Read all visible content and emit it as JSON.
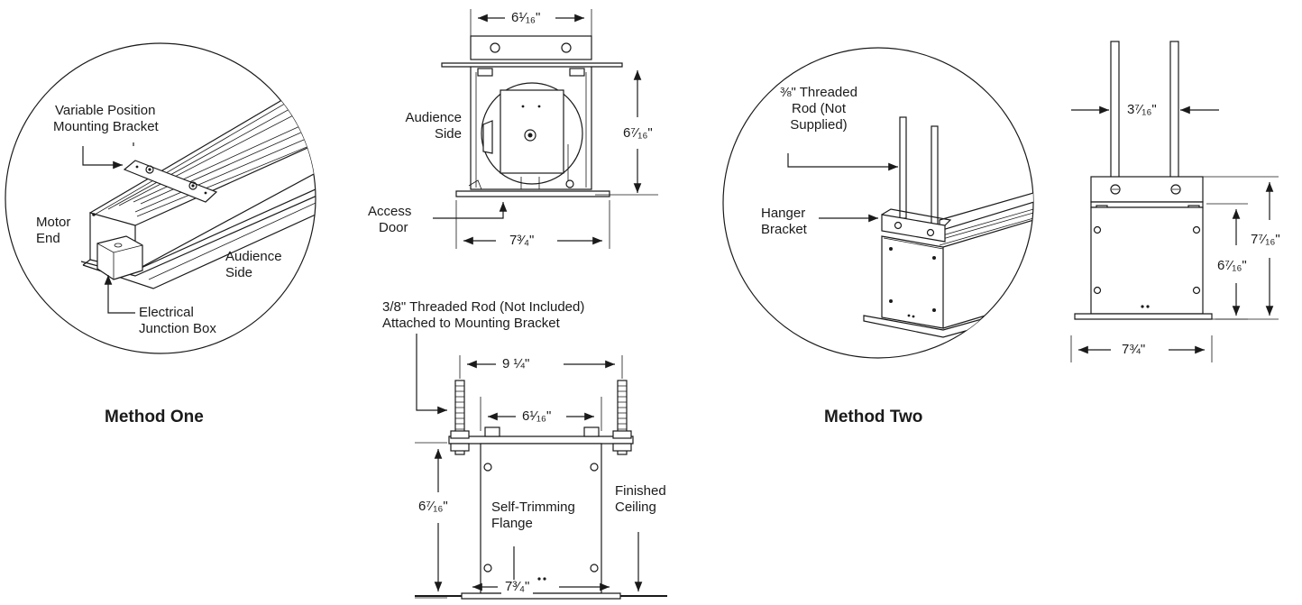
{
  "method_one": {
    "title": "Method One",
    "labels": {
      "bracket_line1": "Variable Position",
      "bracket_line2": "Mounting Bracket",
      "motor_line1": "Motor",
      "motor_line2": "End",
      "audience_line1": "Audience",
      "audience_line2": "Side",
      "junction_line1": "Electrical",
      "junction_line2": "Junction Box"
    }
  },
  "end_view_top": {
    "width_top": "6¹⁄₁₆\"",
    "height": "6⁷⁄₁₆\"",
    "width_bottom": "7³⁄₄\"",
    "audience_line1": "Audience",
    "audience_line2": "Side",
    "access_line1": "Access",
    "access_line2": "Door"
  },
  "end_view_bottom": {
    "rod_line1": "3/8\" Threaded Rod (Not Included)",
    "rod_line2": "Attached to Mounting Bracket",
    "rod_spacing": "9 ¼\"",
    "width_top": "6¹⁄₁₆\"",
    "height": "6⁷⁄₁₆\"",
    "width_bottom": "7³⁄₄\"",
    "flange_line1": "Self-Trimming",
    "flange_line2": "Flange",
    "ceiling_line1": "Finished",
    "ceiling_line2": "Ceiling"
  },
  "method_two": {
    "title": "Method Two",
    "labels": {
      "rod_line1": "⅜\" Threaded",
      "rod_line2": "Rod (Not",
      "rod_line3": "Supplied)",
      "hanger_line1": "Hanger",
      "hanger_line2": "Bracket"
    }
  },
  "end_view_right": {
    "rod_spacing": "3⁷⁄₁₆\"",
    "height_outer": "7⁷⁄₁₆\"",
    "height_inner": "6⁷⁄₁₆\"",
    "width_bottom": "7¾\""
  }
}
